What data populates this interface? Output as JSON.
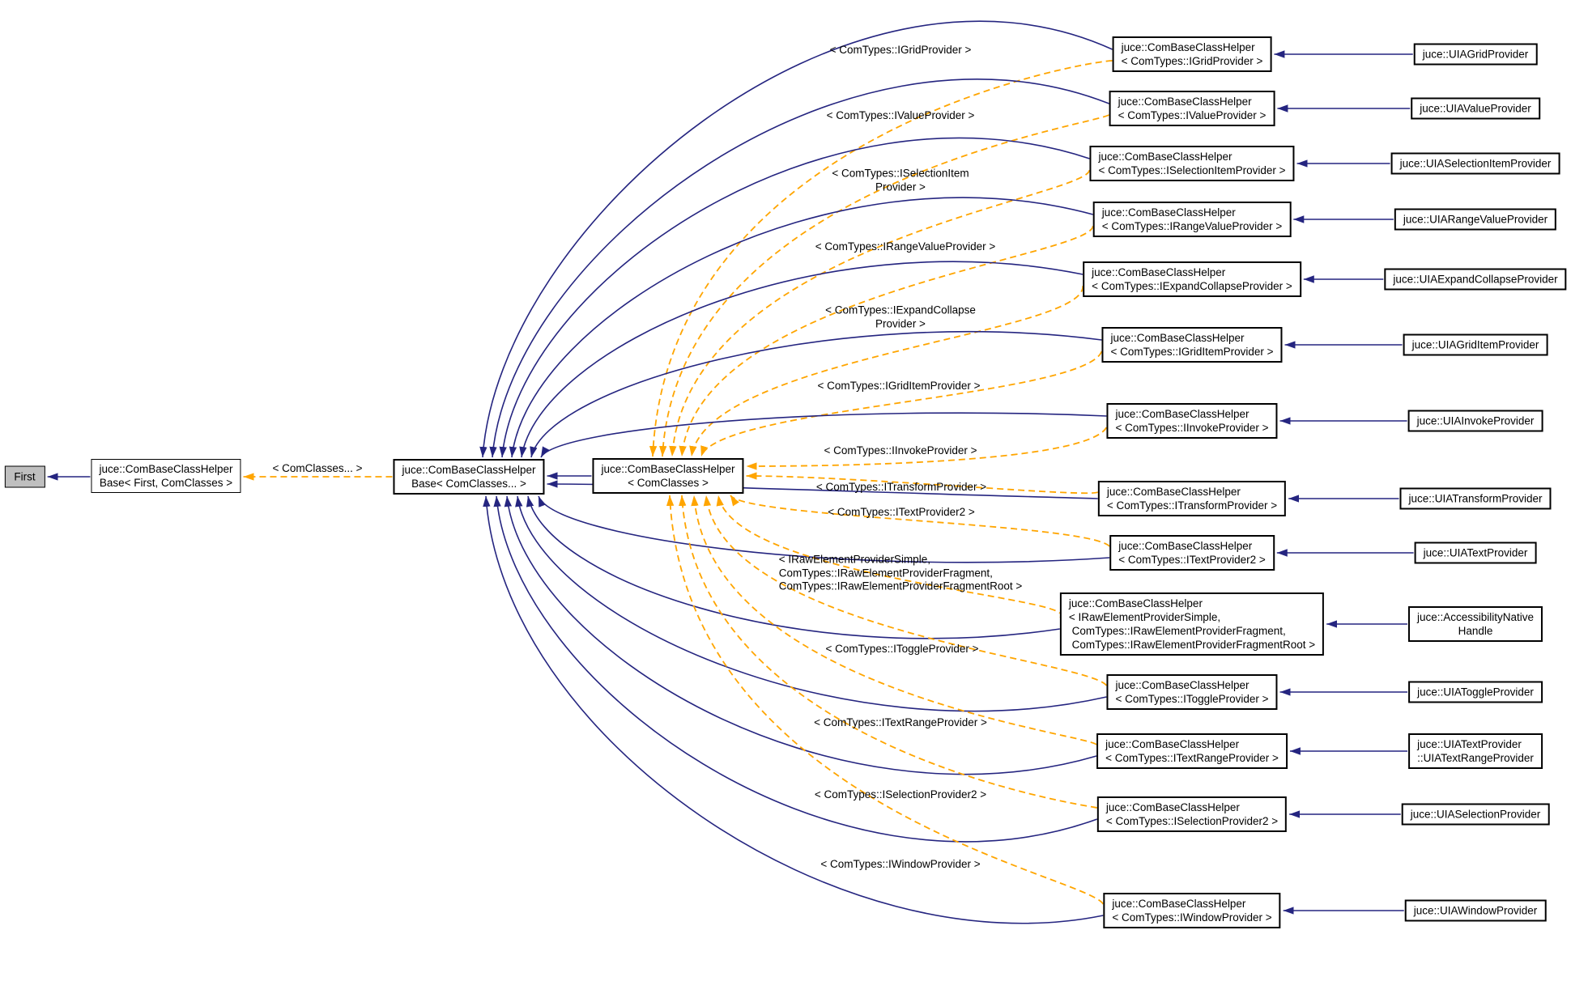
{
  "diagram": {
    "nodes": {
      "first_label": "First",
      "base_first_lines": [
        "juce::ComBaseClassHelper",
        "Base< First, ComClasses >"
      ],
      "base_variadic_lines": [
        "juce::ComBaseClassHelper",
        "Base< ComClasses... >"
      ],
      "helper_template_lines": [
        "juce::ComBaseClassHelper",
        "< ComClasses >"
      ],
      "base_first_edge_label": "< ComClasses... >"
    },
    "rows": [
      {
        "helper_lines": [
          "juce::ComBaseClassHelper",
          "< ComTypes::IGridProvider >"
        ],
        "uia_lines": [
          "juce::UIAGridProvider"
        ],
        "edge_label_lines": [
          "< ComTypes::IGridProvider >"
        ]
      },
      {
        "helper_lines": [
          "juce::ComBaseClassHelper",
          "< ComTypes::IValueProvider >"
        ],
        "uia_lines": [
          "juce::UIAValueProvider"
        ],
        "edge_label_lines": [
          "< ComTypes::IValueProvider >"
        ]
      },
      {
        "helper_lines": [
          "juce::ComBaseClassHelper",
          "< ComTypes::ISelectionItemProvider >"
        ],
        "uia_lines": [
          "juce::UIASelectionItemProvider"
        ],
        "edge_label_lines": [
          "< ComTypes::ISelectionItem",
          "Provider >"
        ]
      },
      {
        "helper_lines": [
          "juce::ComBaseClassHelper",
          "< ComTypes::IRangeValueProvider >"
        ],
        "uia_lines": [
          "juce::UIARangeValueProvider"
        ],
        "edge_label_lines": [
          "< ComTypes::IRangeValueProvider >"
        ]
      },
      {
        "helper_lines": [
          "juce::ComBaseClassHelper",
          "< ComTypes::IExpandCollapseProvider >"
        ],
        "uia_lines": [
          "juce::UIAExpandCollapseProvider"
        ],
        "edge_label_lines": [
          "< ComTypes::IExpandCollapse",
          "Provider >"
        ]
      },
      {
        "helper_lines": [
          "juce::ComBaseClassHelper",
          "< ComTypes::IGridItemProvider >"
        ],
        "uia_lines": [
          "juce::UIAGridItemProvider"
        ],
        "edge_label_lines": [
          "< ComTypes::IGridItemProvider >"
        ]
      },
      {
        "helper_lines": [
          "juce::ComBaseClassHelper",
          "< ComTypes::IInvokeProvider >"
        ],
        "uia_lines": [
          "juce::UIAInvokeProvider"
        ],
        "edge_label_lines": [
          "< ComTypes::IInvokeProvider >"
        ]
      },
      {
        "helper_lines": [
          "juce::ComBaseClassHelper",
          "< ComTypes::ITransformProvider >"
        ],
        "uia_lines": [
          "juce::UIATransformProvider"
        ],
        "edge_label_lines": [
          "< ComTypes::ITransformProvider >"
        ]
      },
      {
        "helper_lines": [
          "juce::ComBaseClassHelper",
          "< ComTypes::ITextProvider2 >"
        ],
        "uia_lines": [
          "juce::UIATextProvider"
        ],
        "edge_label_lines": [
          "< ComTypes::ITextProvider2 >"
        ]
      },
      {
        "helper_lines": [
          "juce::ComBaseClassHelper",
          "< IRawElementProviderSimple,",
          " ComTypes::IRawElementProviderFragment,",
          " ComTypes::IRawElementProviderFragmentRoot >"
        ],
        "uia_lines": [
          "juce::AccessibilityNative",
          "Handle"
        ],
        "edge_label_lines": [
          "< IRawElementProviderSimple,",
          "ComTypes::IRawElementProviderFragment,",
          "ComTypes::IRawElementProviderFragmentRoot >"
        ]
      },
      {
        "helper_lines": [
          "juce::ComBaseClassHelper",
          "< ComTypes::IToggleProvider >"
        ],
        "uia_lines": [
          "juce::UIAToggleProvider"
        ],
        "edge_label_lines": [
          "< ComTypes::IToggleProvider >"
        ]
      },
      {
        "helper_lines": [
          "juce::ComBaseClassHelper",
          "< ComTypes::ITextRangeProvider >"
        ],
        "uia_lines": [
          "juce::UIATextProvider",
          "::UIATextRangeProvider"
        ],
        "edge_label_lines": [
          "< ComTypes::ITextRangeProvider >"
        ]
      },
      {
        "helper_lines": [
          "juce::ComBaseClassHelper",
          "< ComTypes::ISelectionProvider2 >"
        ],
        "uia_lines": [
          "juce::UIASelectionProvider"
        ],
        "edge_label_lines": [
          "< ComTypes::ISelectionProvider2 >"
        ]
      },
      {
        "helper_lines": [
          "juce::ComBaseClassHelper",
          "< ComTypes::IWindowProvider >"
        ],
        "uia_lines": [
          "juce::UIAWindowProvider"
        ],
        "edge_label_lines": [
          "< ComTypes::IWindowProvider >"
        ]
      }
    ],
    "colors": {
      "inheritance_edge": "#252580",
      "template_edge": "#FFA500",
      "node_fill": "#ffffff",
      "node_border": "#000000",
      "external_node_fill": "#BFBFBF",
      "label_text": "#000000"
    }
  }
}
